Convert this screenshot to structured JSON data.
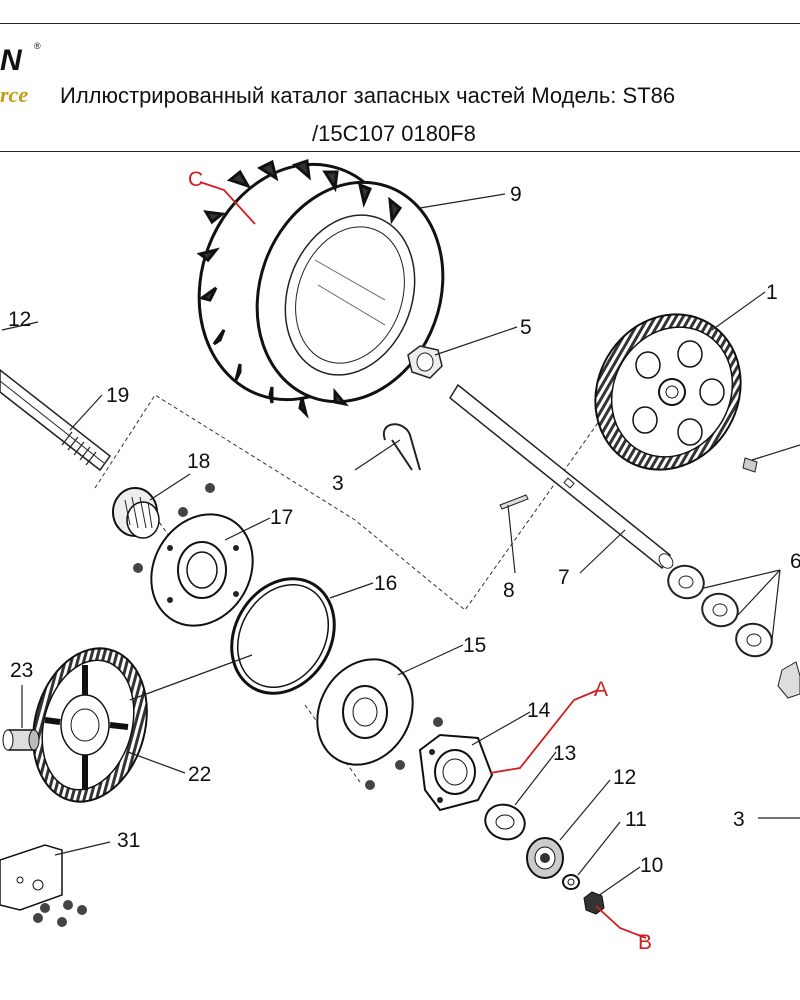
{
  "header": {
    "logo_top": "N",
    "logo_bottom": "rce",
    "reg_mark": "®",
    "title_line1": "Иллюстрированный каталог запасных частей Модель: ST86",
    "title_line2": "/15C107 0180F8"
  },
  "callouts": {
    "p1": "1",
    "p3": "3",
    "p3b": "3",
    "p5": "5",
    "p6": "6",
    "p7": "7",
    "p8": "8",
    "p9": "9",
    "p10": "10",
    "p11": "11",
    "p12a": "12",
    "p12b": "12",
    "p13": "13",
    "p14": "14",
    "p15": "15",
    "p16": "16",
    "p17": "17",
    "p18": "18",
    "p19": "19",
    "p22": "22",
    "p23": "23",
    "p31": "31"
  },
  "letters": {
    "a": "A",
    "b": "B",
    "c": "C"
  },
  "colors": {
    "callout_red": "#d21d1d",
    "logo_gold": "#c79a16",
    "line": "#222222"
  }
}
